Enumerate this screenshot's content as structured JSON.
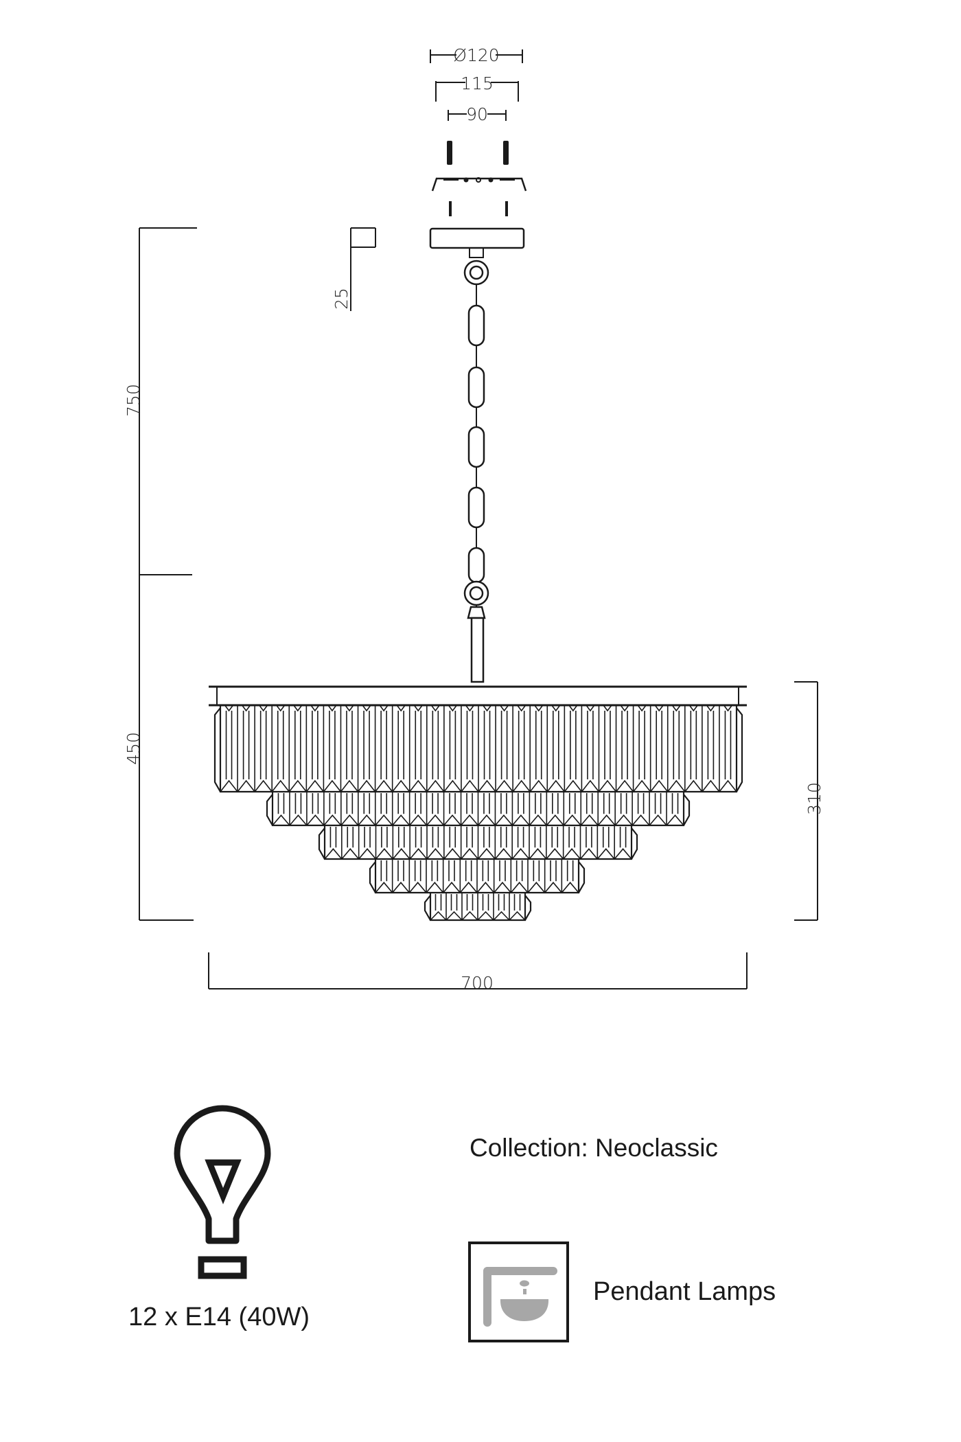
{
  "drawing": {
    "dimensions": {
      "canopy_diameter": "Ø120",
      "canopy_width": "115",
      "mount_hole_spacing": "90",
      "canopy_height": "25",
      "chain_length": "750",
      "body_height_total": "450",
      "crystal_height": "310",
      "diameter": "700"
    }
  },
  "specs": {
    "bulb": "12 x E14 (40W)",
    "collection": "Collection: Neoclassic",
    "category": "Pendant Lamps"
  },
  "icons": {
    "bulb": "light-bulb-icon",
    "category": "pendant-lamp-icon",
    "icon_gray": "#a7a7a7",
    "line_color": "#1a1a1a"
  }
}
